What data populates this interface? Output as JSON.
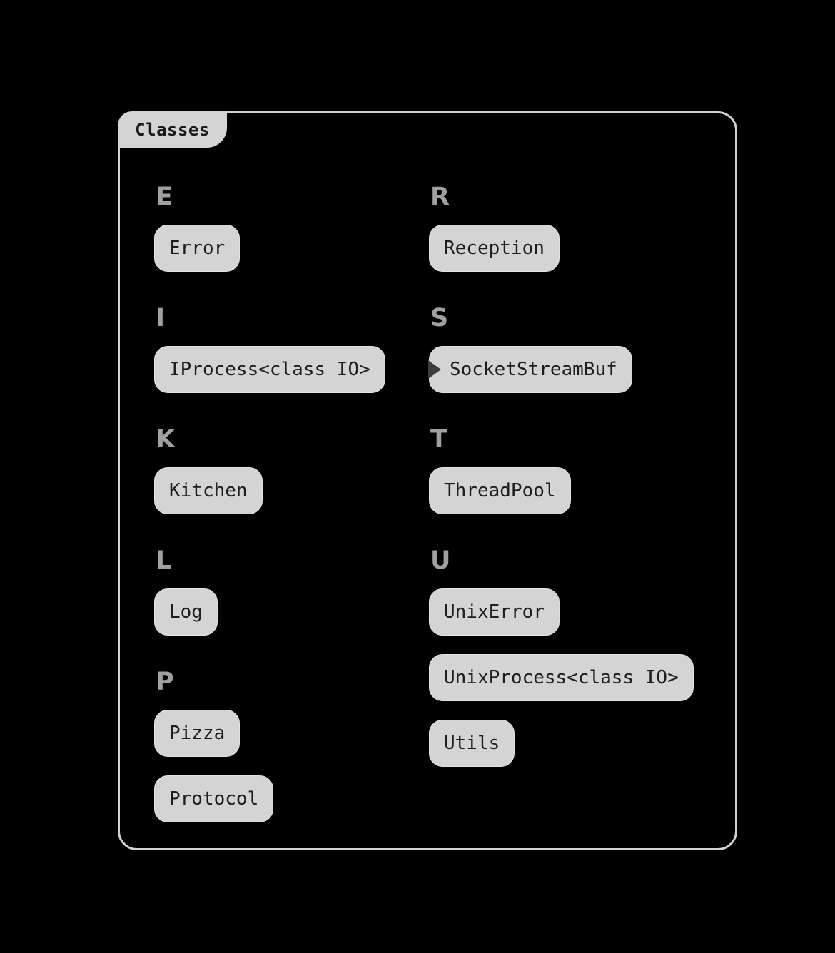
{
  "panel": {
    "tab_label": "Classes"
  },
  "columns": [
    {
      "groups": [
        {
          "letter": "E",
          "items": [
            {
              "label": "Error",
              "expander": false
            }
          ]
        },
        {
          "letter": "I",
          "items": [
            {
              "label": "IProcess<class IO>",
              "expander": false
            }
          ]
        },
        {
          "letter": "K",
          "items": [
            {
              "label": "Kitchen",
              "expander": false
            }
          ]
        },
        {
          "letter": "L",
          "items": [
            {
              "label": "Log",
              "expander": false
            }
          ]
        },
        {
          "letter": "P",
          "items": [
            {
              "label": "Pizza",
              "expander": false
            },
            {
              "label": "Protocol",
              "expander": false
            }
          ]
        }
      ]
    },
    {
      "groups": [
        {
          "letter": "R",
          "items": [
            {
              "label": "Reception",
              "expander": false
            }
          ]
        },
        {
          "letter": "S",
          "items": [
            {
              "label": "SocketStreamBuf",
              "expander": true
            }
          ]
        },
        {
          "letter": "T",
          "items": [
            {
              "label": "ThreadPool",
              "expander": false
            }
          ]
        },
        {
          "letter": "U",
          "items": [
            {
              "label": "UnixError",
              "expander": false
            },
            {
              "label": "UnixProcess<class IO>",
              "expander": false
            },
            {
              "label": "Utils",
              "expander": false
            }
          ]
        }
      ]
    }
  ],
  "icons": {
    "expander": "triangle-right-icon"
  },
  "colors": {
    "background": "#000000",
    "panel_border": "#d2d2d2",
    "tab_fill": "#d4d4d4",
    "tab_text": "#1a1a1a",
    "letter_heading": "#a0a0a0",
    "pill_fill": "#d4d4d4",
    "pill_text": "#1e1e1e",
    "expander_triangle": "#3c3c3c"
  }
}
